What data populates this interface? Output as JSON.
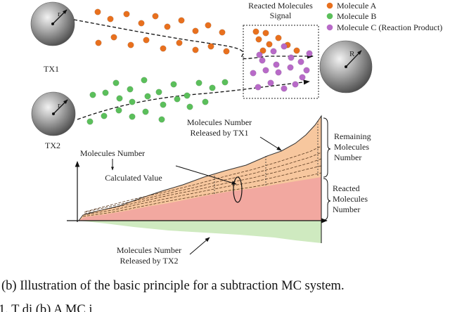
{
  "tx1": {
    "label": "TX1",
    "radius_label": "r"
  },
  "tx2": {
    "label": "TX2",
    "radius_label": "r"
  },
  "rx": {
    "radius_label": "R"
  },
  "reacted_box_label": [
    "Reacted Molecules",
    "Signal"
  ],
  "legend": [
    {
      "label": "Molecule A",
      "color": "#e8701e"
    },
    {
      "label": "Molecule B",
      "color": "#5bbf5b"
    },
    {
      "label": "Molecule C (Reaction Product)",
      "color": "#b86ac8"
    }
  ],
  "annotations": {
    "tx1_released": [
      "Molecules Number",
      "Released by TX1"
    ],
    "remaining": [
      "Remaining",
      "Molecules",
      "Number"
    ],
    "reacted": [
      "Reacted",
      "Molecules",
      "Number"
    ],
    "molecules_number": "Molecules Number",
    "calculated_value": "Calculated Value",
    "tx2_released": [
      "Molecules Number",
      "Released by TX2"
    ]
  },
  "caption": "(b) Illustration of the basic principle for a subtraction MC system.",
  "footer_fragment": "1.  T          di          (b)  A     MC                          i",
  "colors": {
    "orange_fill": "#f7c79e",
    "pink_fill": "#f2a8a0",
    "green_fill": "#cfeac0"
  }
}
